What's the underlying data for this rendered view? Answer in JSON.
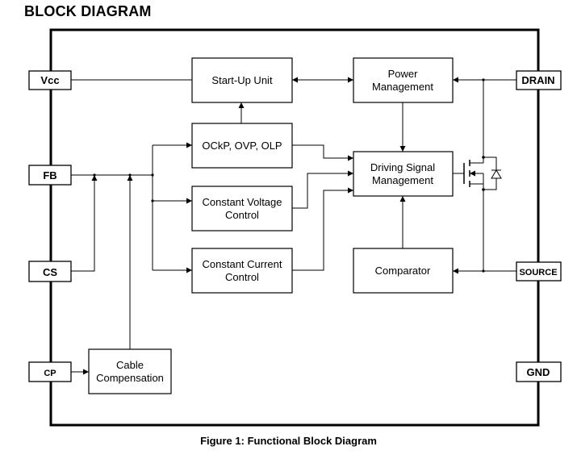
{
  "heading": "BLOCK DIAGRAM",
  "caption": "Figure 1: Functional Block Diagram",
  "pins": {
    "vcc": "Vcc",
    "fb": "FB",
    "cs": "CS",
    "cp": "CP",
    "drain": "DRAIN",
    "source": "SOURCE",
    "gnd": "GND"
  },
  "blocks": {
    "startup": [
      "Start-Up Unit"
    ],
    "power": [
      "Power",
      "Management"
    ],
    "protect": [
      "OCkP, OVP, OLP"
    ],
    "driving": [
      "Driving Signal",
      "Management"
    ],
    "cv": [
      "Constant Voltage",
      "Control"
    ],
    "cc": [
      "Constant Current",
      "Control"
    ],
    "comparator": [
      "Comparator"
    ],
    "cable": [
      "Cable",
      "Compensation"
    ]
  }
}
